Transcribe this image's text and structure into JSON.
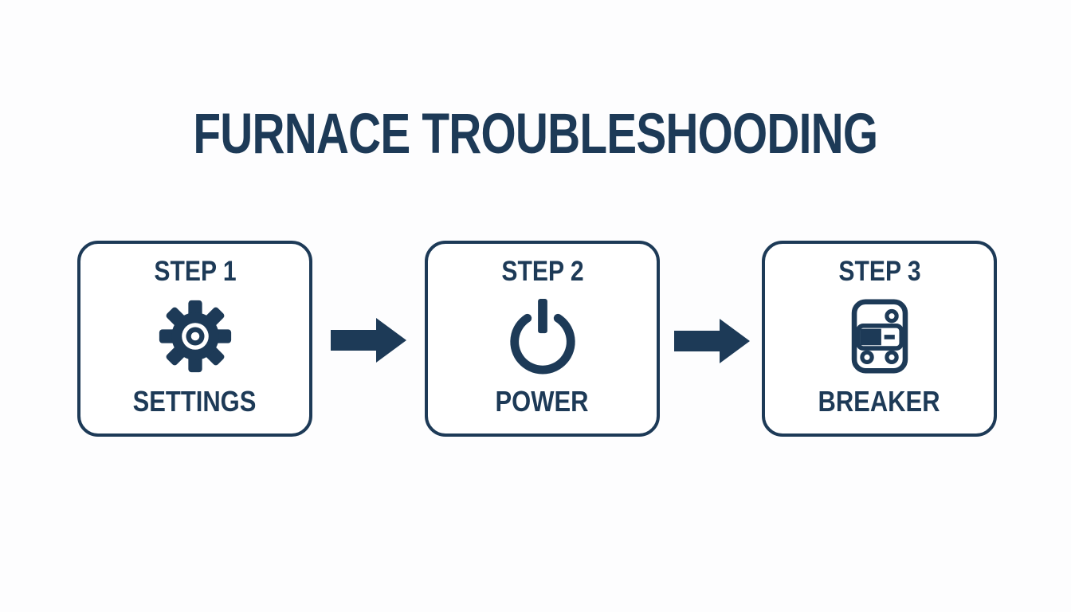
{
  "title": {
    "text": "FURNACE TROUBLESHOODING"
  },
  "steps": [
    {
      "label": "STEP 1",
      "icon": "gear-icon",
      "caption": "SETTINGS"
    },
    {
      "label": "STEP 2",
      "icon": "power-icon",
      "caption": "POWER"
    },
    {
      "label": "STEP 3",
      "icon": "breaker-icon",
      "caption": "BREAKER"
    }
  ],
  "colors": {
    "primary": "#1d3a57",
    "background": "#fdfdfe",
    "box_fill": "#ffffff"
  }
}
